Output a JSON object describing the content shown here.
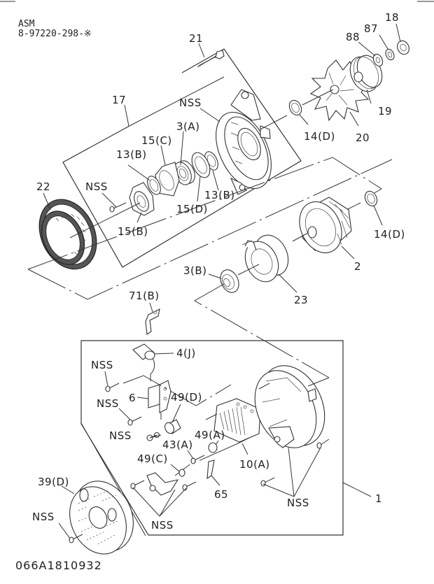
{
  "header": {
    "assembly_label": "ASM",
    "part_number": "8-97220-298-※"
  },
  "footer": {
    "diagram_code": "066A1810932"
  },
  "callouts": {
    "c21": "21",
    "c17": "17",
    "c_nss_top": "NSS",
    "c3a": "3(A)",
    "c15c": "15(C)",
    "c13b_left": "13(B)",
    "c22": "22",
    "c_nss_left": "NSS",
    "c15b": "15(B)",
    "c15d": "15(D)",
    "c13b_right": "13(B)",
    "c88": "88",
    "c87": "87",
    "c18": "18",
    "c19": "19",
    "c20": "20",
    "c14d_top": "14(D)",
    "c14d_right": "14(D)",
    "c2": "2",
    "c3b": "3(B)",
    "c23": "23",
    "c71b": "71(B)",
    "c4j": "4(J)",
    "c_nss_a": "NSS",
    "c6": "6",
    "c49d": "49(D)",
    "c_nss_b": "NSS",
    "c_nss_c": "NSS",
    "c43a": "43(A)",
    "c49a": "49(A)",
    "c49c": "49(C)",
    "c10a": "10(A)",
    "c65": "65",
    "c39d": "39(D)",
    "c_nss_d": "NSS",
    "c_nss_e": "NSS",
    "c_nss_f": "NSS",
    "c1": "1"
  }
}
